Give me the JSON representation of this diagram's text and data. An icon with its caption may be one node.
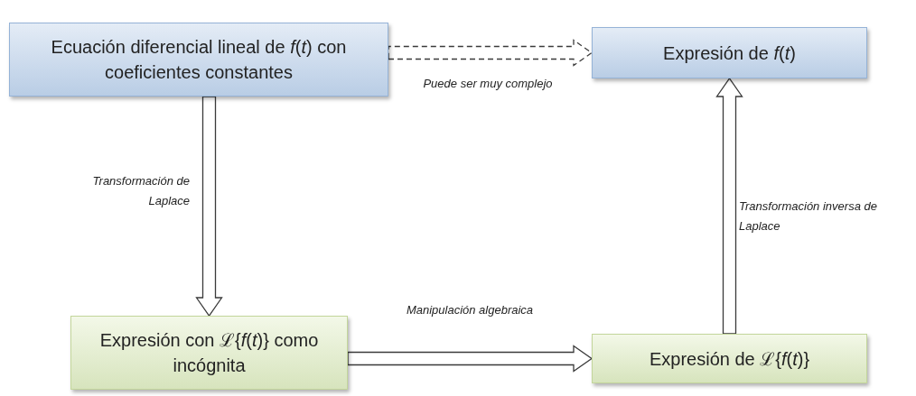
{
  "diagram": {
    "nodes": [
      {
        "text": [
          "Ecuación diferencial lineal de *f*(*t*) con coeficientes constantes"
        ]
      },
      {
        "text": [
          "Expresión de *f*(*t*)"
        ]
      },
      {
        "text": [
          "Expresión con ℒ{*f*(*t*)} como incógnita"
        ]
      },
      {
        "text": [
          "Expresión de ℒ{*f*(*t*)}"
        ]
      }
    ],
    "edges": [
      {
        "from": 0,
        "to": 1,
        "arrow": "to",
        "style": "dashed",
        "label": "Puede ser muy complejo"
      },
      {
        "from": 0,
        "to": 2,
        "arrow": "to",
        "label": "Transformación de Laplace"
      },
      {
        "from": 2,
        "to": 3,
        "arrow": "to",
        "label": "Manipulación algebraica"
      },
      {
        "from": 3,
        "to": 1,
        "arrow": "to",
        "label": "Transformación inversa de Laplace"
      }
    ]
  }
}
